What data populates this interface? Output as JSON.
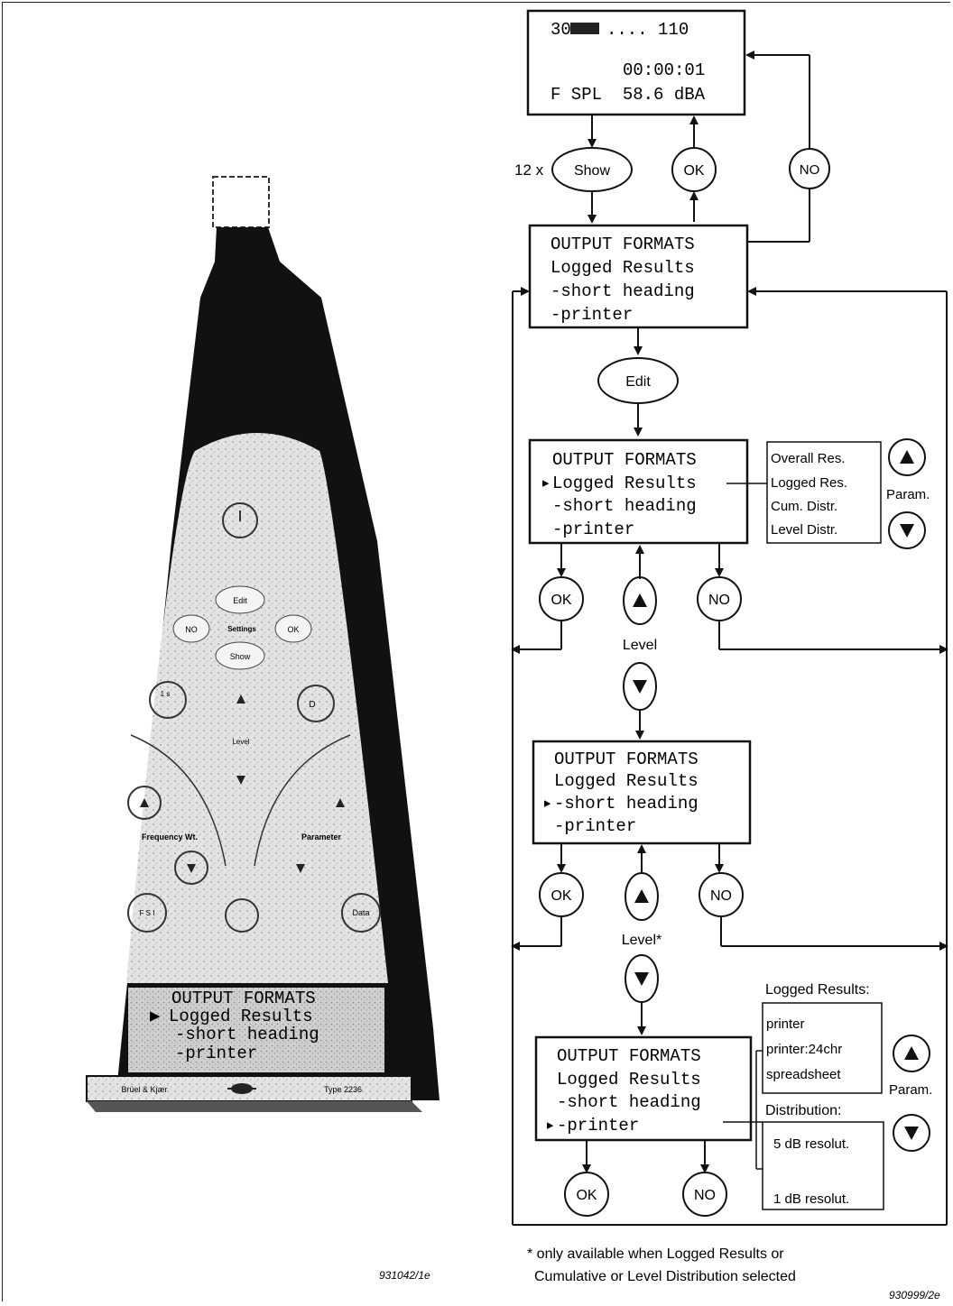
{
  "meter": {
    "buttons": {
      "edit": "Edit",
      "no": "NO",
      "settings": "Settings",
      "ok": "OK",
      "show": "Show",
      "level": "Level",
      "frequency": "Frequency Wt.",
      "parameter": "Parameter",
      "data": "Data",
      "one_second": "1 s",
      "d_key": "D",
      "fsi": "F S I"
    },
    "display": {
      "line1": "OUTPUT FORMATS",
      "line2": "Logged Results",
      "line3": "-short heading",
      "line4": "-printer",
      "cursor": "▶"
    },
    "brand": "Brüel & Kjær",
    "model": "Type 2236"
  },
  "top_display": {
    "line1_left": "30",
    "line1_right": ".... 110",
    "line2": "00:00:01",
    "line3": "F SPL  58.6 dBA"
  },
  "keys": {
    "show": "Show",
    "ok": "OK",
    "no": "NO",
    "edit": "Edit",
    "times": "12 x"
  },
  "screens": {
    "title": "OUTPUT FORMATS",
    "logged": "Logged Results",
    "heading": "-short heading",
    "printer": "-printer",
    "cursor": "▸"
  },
  "param_options": [
    "Overall Res.",
    "Logged Res.",
    "Cum. Distr.",
    "Level Distr."
  ],
  "param_label": "Param.",
  "level_label": "Level",
  "level_star_label": "Level*",
  "logged_results_title": "Logged Results:",
  "logged_options": [
    "printer",
    "printer:24chr",
    "spreadsheet"
  ],
  "distribution_title": "Distribution:",
  "distribution_options": [
    "5 dB resolut.",
    "1 dB resolut."
  ],
  "footnote_line1": "* only available when Logged Results or",
  "footnote_line2": "Cumulative or Level Distribution selected",
  "fig_left": "931042/1e",
  "fig_right": "930999/2e"
}
